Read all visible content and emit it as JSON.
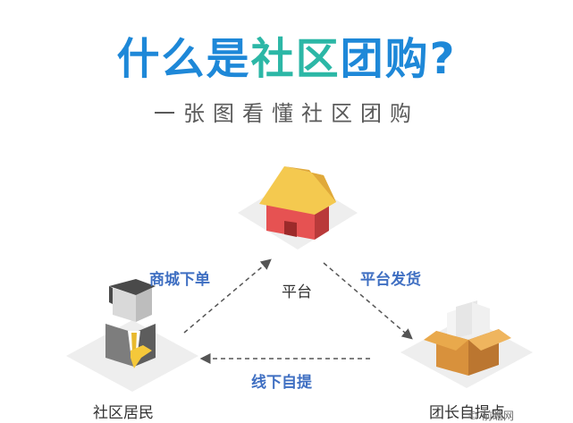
{
  "title": {
    "part1": "什么是",
    "part2": "社区",
    "part3": "团购?"
  },
  "subtitle": "一张图看懂社区团购",
  "nodes": {
    "platform": "平台",
    "resident": "社区居民",
    "leader": "团长自提点"
  },
  "edges": {
    "order": "商城下单",
    "ship": "平台发货",
    "pickup": "线下自提"
  },
  "watermark": "© 前瞻网",
  "colors": {
    "title_blue": "#1e88d8",
    "title_green": "#2cb7a6",
    "edge_label": "#3f6fc2"
  },
  "icons": [
    "house-icon",
    "person-icon",
    "box-icon"
  ]
}
